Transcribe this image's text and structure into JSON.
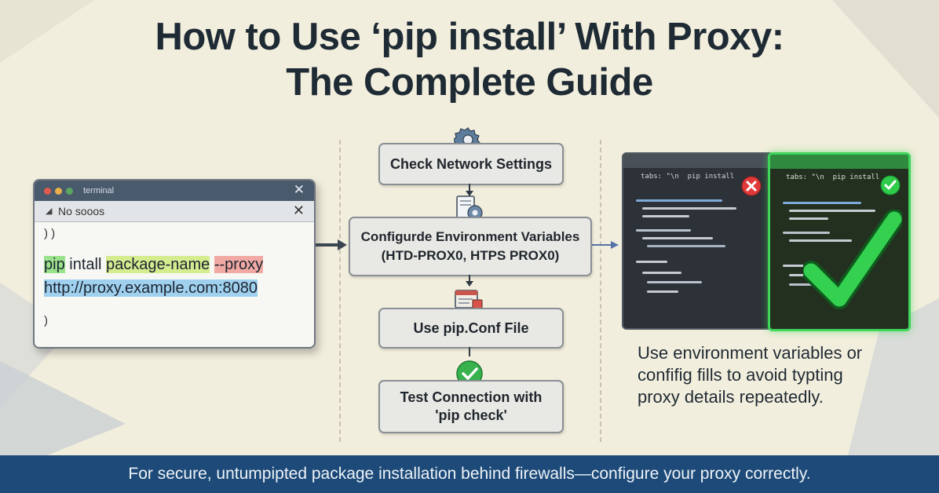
{
  "title": {
    "line1": "How to Use ‘pip install’ With Proxy:",
    "line2": "The Complete Guide"
  },
  "terminal": {
    "window_title": "terminal",
    "tab_label": "No sooos",
    "close_glyph": "✕",
    "brace_open": ") )",
    "brace_close": ")",
    "command": {
      "part1": "pip",
      "part2": "intall",
      "part3": "package-name",
      "part4": "--proxy",
      "part5": "http://proxy.example.com:8080"
    }
  },
  "flow": {
    "step1": "Check Network Settings",
    "step2_line1": "Configurde Environment Variables",
    "step2_line2": "(HTD-PROX0, HTPS PROX0)",
    "step3": "Use pip.Conf File",
    "step4_line1": "Test Connection with",
    "step4_line2": "'pip check'"
  },
  "icons": {
    "gear": "gear-icon",
    "settings_doc": "document-gear-icon",
    "file": "file-icon",
    "check": "check-circle-icon",
    "error": "error-circle-icon",
    "big_check": "big-check-icon"
  },
  "code_panels": {
    "bad_title": "tabs: \"\\n  pip install",
    "good_title": "tabs: \"\\n  pip install"
  },
  "note": {
    "line1": "Use environment variables or",
    "line2": "confifig fills to avoid typting",
    "line3": "proxy details repeatedly."
  },
  "footer": {
    "text": "For secure, untumpipted package installation behind firewalls—configure your proxy correctly."
  },
  "colors": {
    "background": "#f2eedd",
    "footer": "#1d4a78",
    "success": "#2ecc4a",
    "error": "#e03a3a",
    "terminal_bar": "#4a5a6d"
  }
}
